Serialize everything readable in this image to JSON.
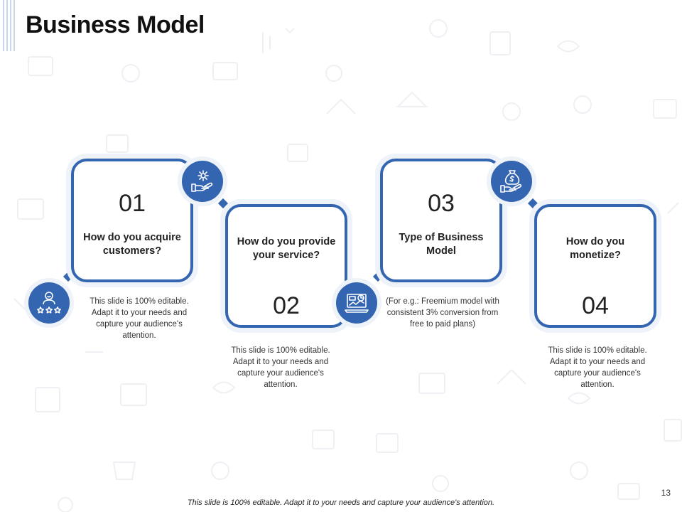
{
  "slide": {
    "title": "Business Model",
    "page_number": "13",
    "footer": "This slide is 100% editable. Adapt it to your needs and capture your audience's attention."
  },
  "steps": [
    {
      "number": "01",
      "question": "How do you acquire customers?",
      "description": "This slide is 100% editable. Adapt it to your needs and capture your audience's attention.",
      "icon": "customer-rating-icon"
    },
    {
      "number": "02",
      "question": "How do you provide your service?",
      "description": "This slide is 100% editable. Adapt it to your needs and capture your audience's attention.",
      "icon": "gear-hand-icon"
    },
    {
      "number": "03",
      "question": "Type of Business Model",
      "description": "(For e.g.: Freemium model with consistent 3% conversion from free to paid plans)",
      "icon": "analytics-laptop-icon"
    },
    {
      "number": "04",
      "question": "How do you monetize?",
      "description": "This slide is 100% editable. Adapt it to your needs and capture your audience's attention.",
      "icon": "money-bag-hand-icon"
    }
  ],
  "colors": {
    "accent": "#3465b0",
    "halo": "#eef2f9"
  }
}
